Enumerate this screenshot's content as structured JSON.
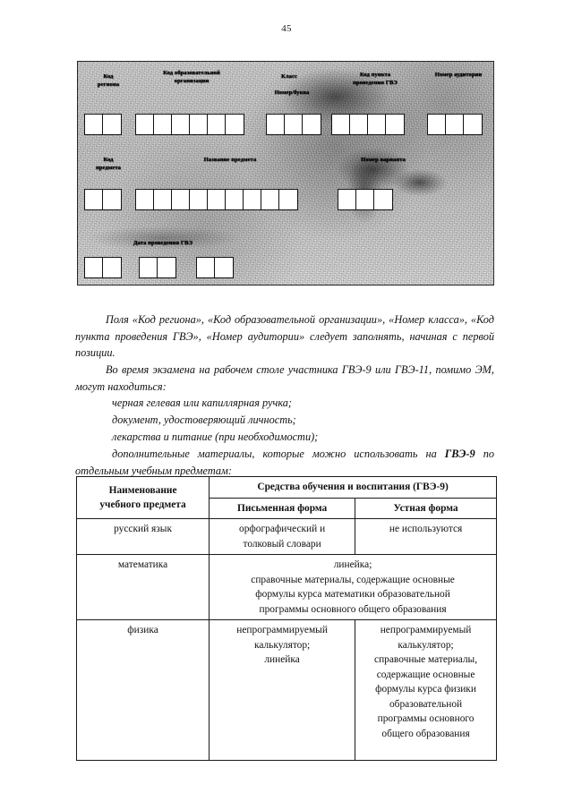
{
  "page": {
    "number": "45"
  },
  "form": {
    "row1": [
      {
        "label": "Код\nрегиона",
        "label_plain": "Код региона",
        "cells": 2,
        "name": "region-code"
      },
      {
        "label": "Код образовательной\nорганизации",
        "label_plain": "Код образовательной организации",
        "cells": 6,
        "name": "organization-code"
      },
      {
        "label": "Класс\nНомер/буква",
        "label_plain": "Класс Номер/буква",
        "cells": 3,
        "name": "class-number-letter"
      },
      {
        "label": "Код пункта\nпроведения ГВЭ",
        "label_plain": "Код пункта проведения ГВЭ",
        "cells": 4,
        "name": "gve-venue-code"
      },
      {
        "label": "Номер аудитории",
        "label_plain": "Номер аудитории",
        "cells": 3,
        "name": "room-number"
      }
    ],
    "row2": [
      {
        "label": "Код\nпредмета",
        "label_plain": "Код предмета",
        "cells": 2,
        "name": "subject-code"
      },
      {
        "label": "Название предмета",
        "label_plain": "Название предмета",
        "cells": 9,
        "name": "subject-name"
      },
      {
        "label": "Номер варианта",
        "label_plain": "Номер варианта",
        "cells": 3,
        "name": "variant-number"
      }
    ],
    "row3": [
      {
        "label": "Дата проведения ГВЭ",
        "label_plain": "Дата проведения ГВЭ",
        "cells": 2,
        "name": "gve-date-day"
      },
      {
        "label": "",
        "label_plain": "",
        "cells": 2,
        "name": "gve-date-month"
      },
      {
        "label": "",
        "label_plain": "",
        "cells": 2,
        "name": "gve-date-year"
      }
    ]
  },
  "paragraphs": {
    "p1": "Поля «Код региона», «Код образовательной организации», «Номер класса», «Код пункта проведения ГВЭ», «Номер аудитории» следует заполнять, начиная с первой позиции.",
    "p2": "Во время экзамена на рабочем столе участника ГВЭ-9 или ГВЭ-11, помимо ЭМ, могут находиться:",
    "item1": "черная гелевая или капиллярная ручка;",
    "item2": "документ, удостоверяющий личность;",
    "item3": "лекарства и питание (при необходимости);",
    "item4_before": "дополнительные материалы, которые можно использовать на ",
    "item4_bold": "ГВЭ-9",
    "item4_after": " по отдельным учебным предметам:"
  },
  "table": {
    "headers": {
      "subject": "Наименование\nучебного предмета",
      "subject_line1": "Наименование",
      "subject_line2": "учебного предмета",
      "means": "Средства обучения и воспитания (ГВЭ-9)",
      "written": "Письменная форма",
      "oral": "Устная форма"
    },
    "rows": [
      {
        "subject": "русский язык",
        "merged": false,
        "written": "орфографический и\nтолковый словари",
        "oral": "не используются"
      },
      {
        "subject": "математика",
        "merged": true,
        "merged_text": "линейка;\nсправочные материалы, содержащие основные\nформулы курса математики образовательной\nпрограммы основного общего образования"
      },
      {
        "subject": "физика",
        "merged": false,
        "written": "непрограммируемый\nкалькулятор;\nлинейка",
        "oral": "непрограммируемый\nкалькулятор;\nсправочные материалы,\nсодержащие основные\nформулы курса физики\nобразовательной\nпрограммы основного\nобщего образования"
      }
    ]
  }
}
